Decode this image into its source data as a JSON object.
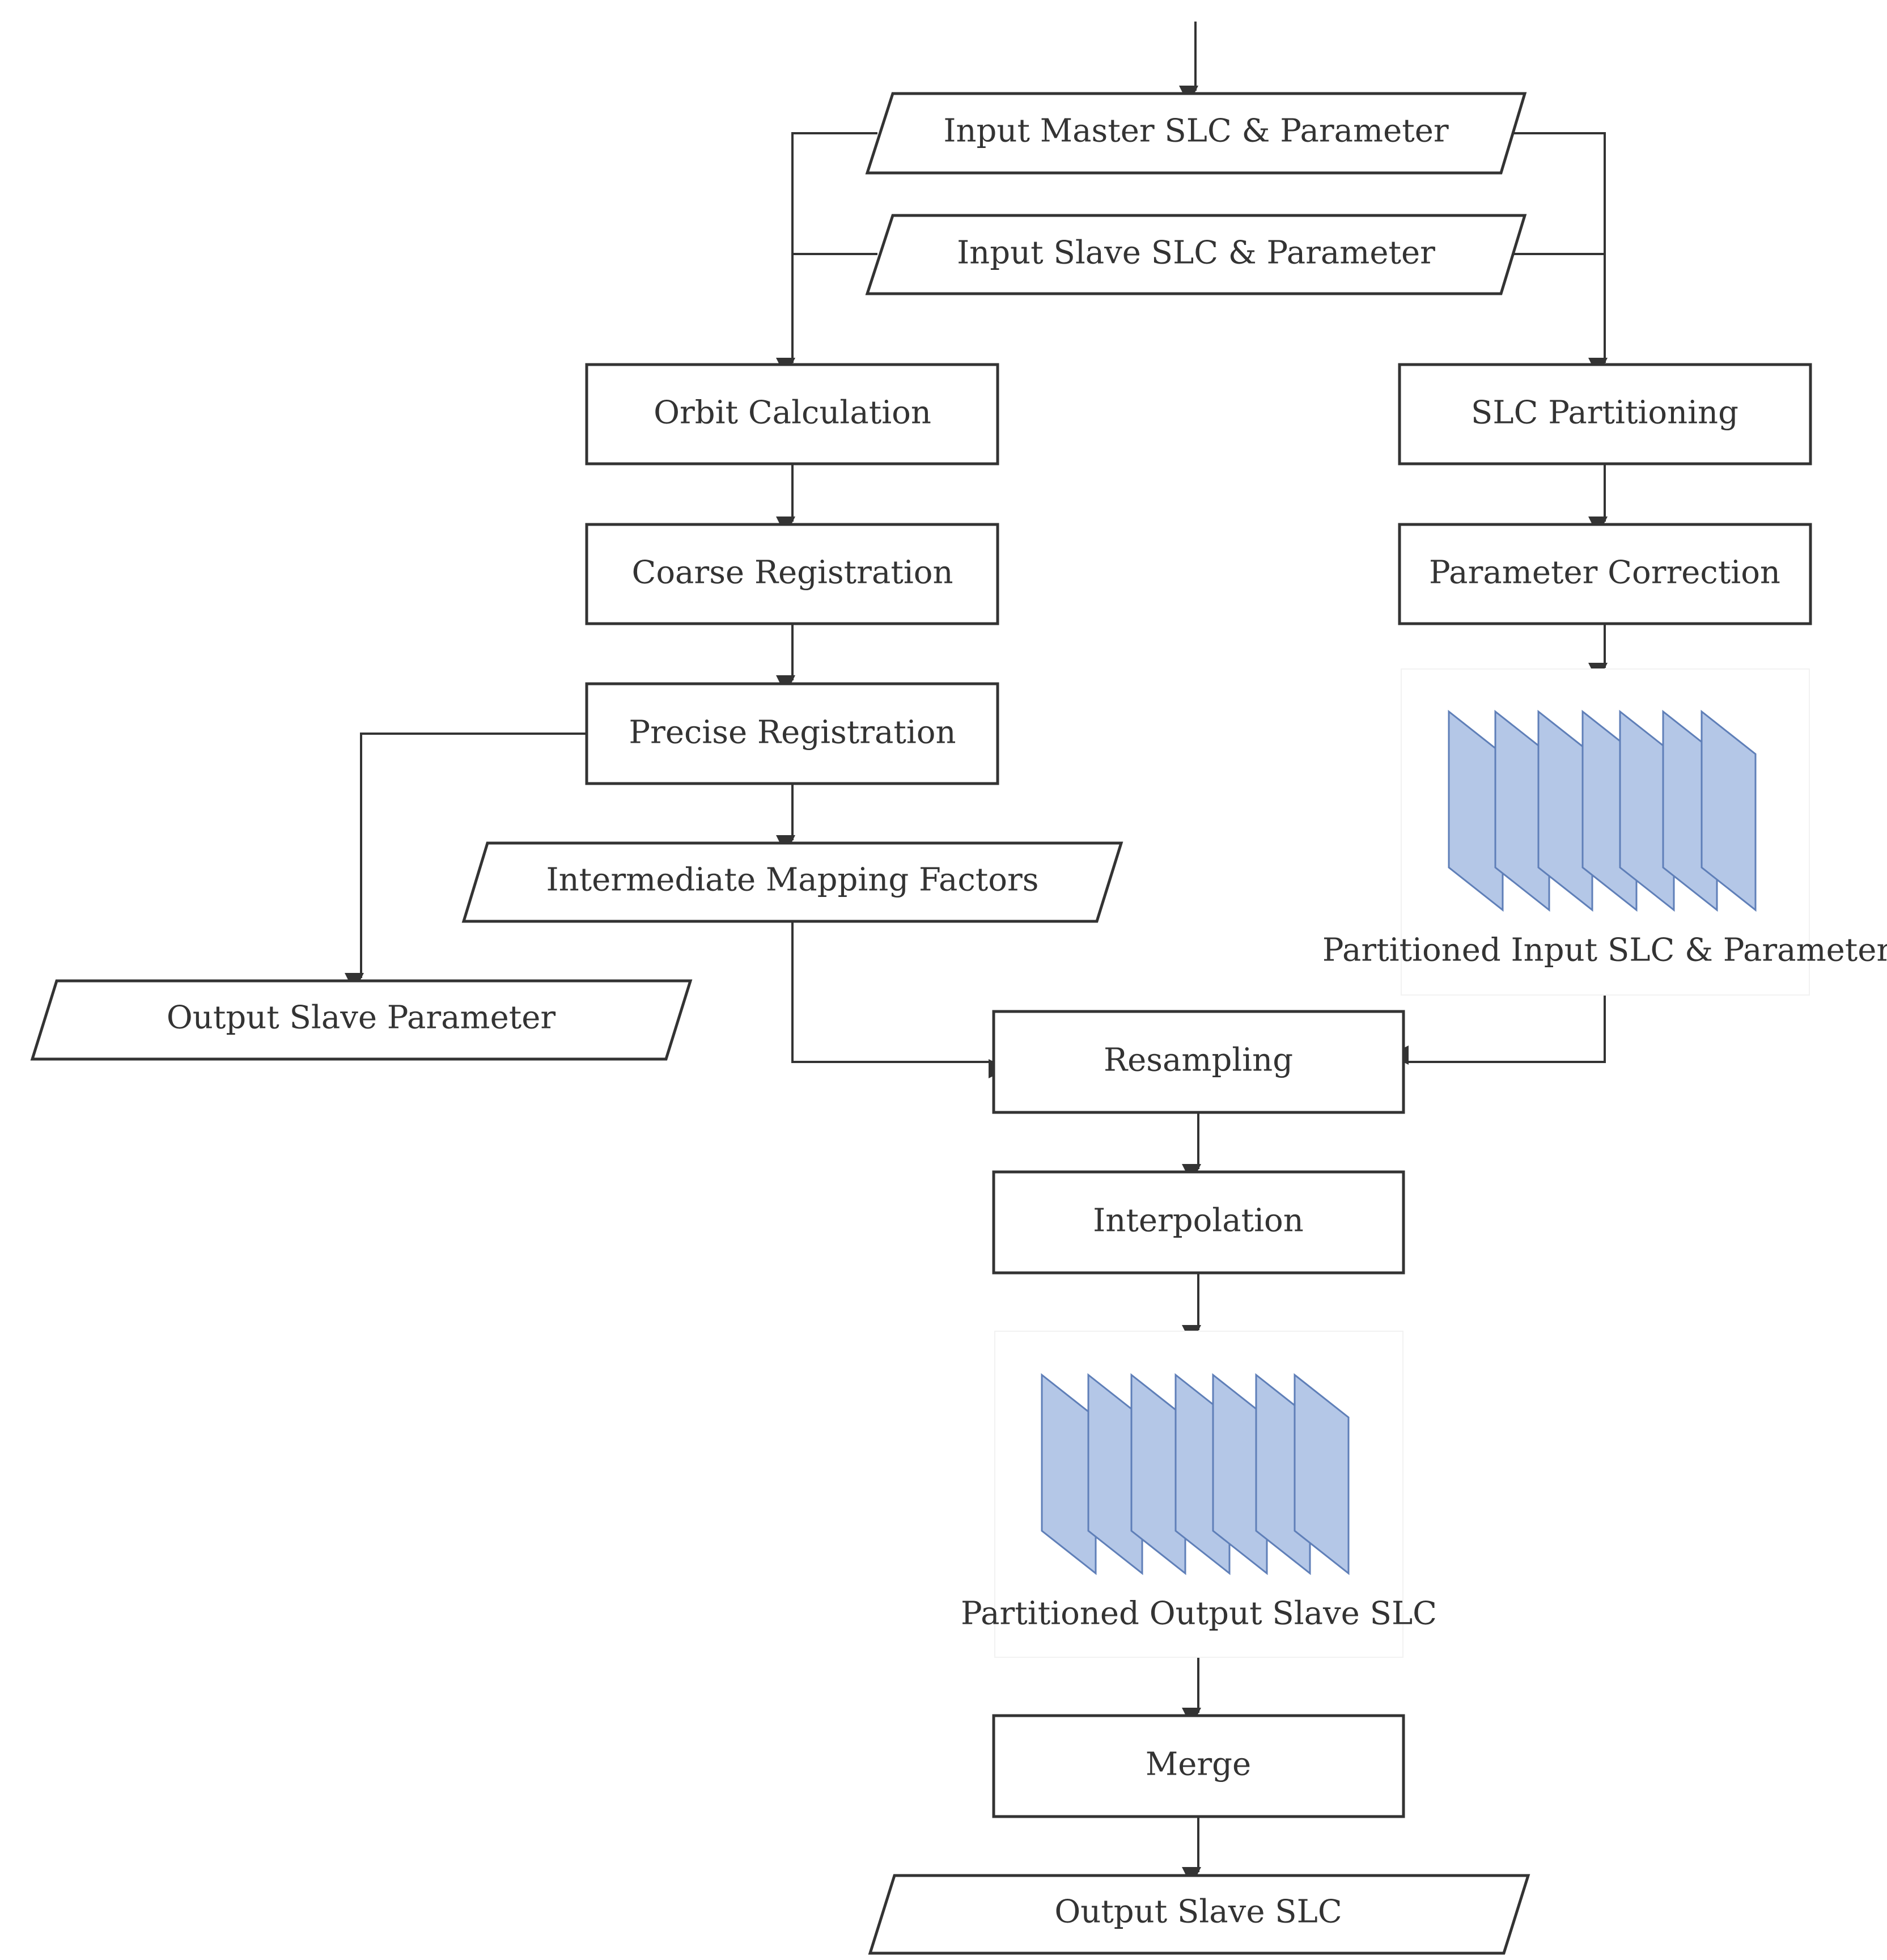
{
  "nodes": {
    "input_master": "Input Master SLC & Parameter",
    "input_slave": "Input Slave SLC & Parameter",
    "orbit_calc": "Orbit Calculation",
    "coarse_reg": "Coarse Registration",
    "precise_reg": "Precise Registration",
    "mapping_factors": "Intermediate Mapping Factors",
    "output_slave_param": "Output Slave Parameter",
    "slc_partitioning": "SLC Partitioning",
    "param_correction": "Parameter Correction",
    "partitioned_input": "Partitioned Input SLC & Parameter",
    "resampling": "Resampling",
    "interpolation": "Interpolation",
    "partitioned_output": "Partitioned Output Slave SLC",
    "merge": "Merge",
    "output_slave_slc": "Output Slave SLC"
  },
  "colors": {
    "stroke": "#333333",
    "stack_fill": "#b4c7e7",
    "stack_stroke": "#5f7fb8"
  }
}
